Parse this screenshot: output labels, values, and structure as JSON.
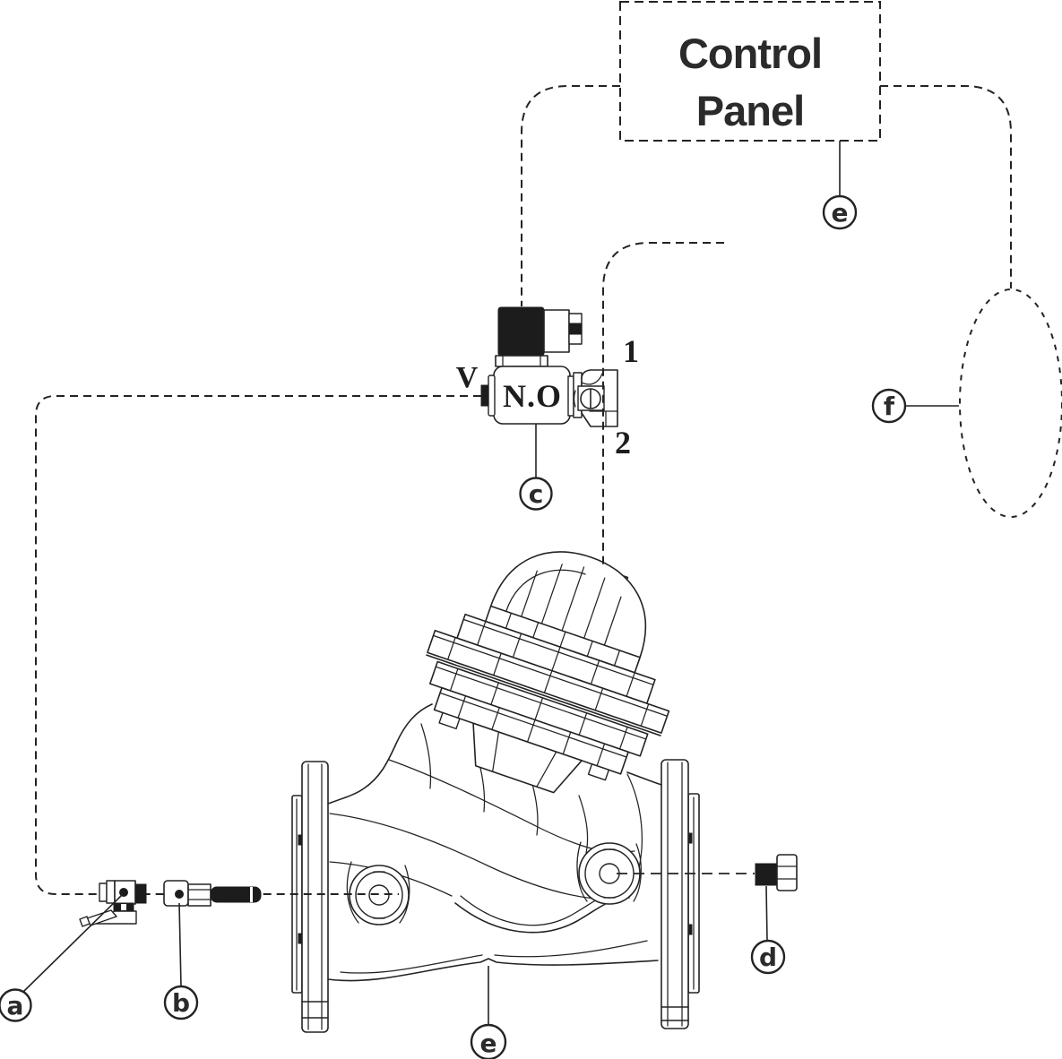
{
  "control_panel": {
    "line1": "Control",
    "line2": "Panel"
  },
  "solenoid": {
    "state_label": "N.O",
    "port_v_label": "V",
    "port_1_label": "1",
    "port_2_label": "2"
  },
  "callouts": {
    "a": "a",
    "b": "b",
    "c": "c",
    "d": "d",
    "e": "e",
    "f": "f"
  },
  "colors": {
    "line": "#232323",
    "text": "#2b2b2b",
    "coil_fill": "#1c1c1c",
    "background": "#ffffff"
  }
}
